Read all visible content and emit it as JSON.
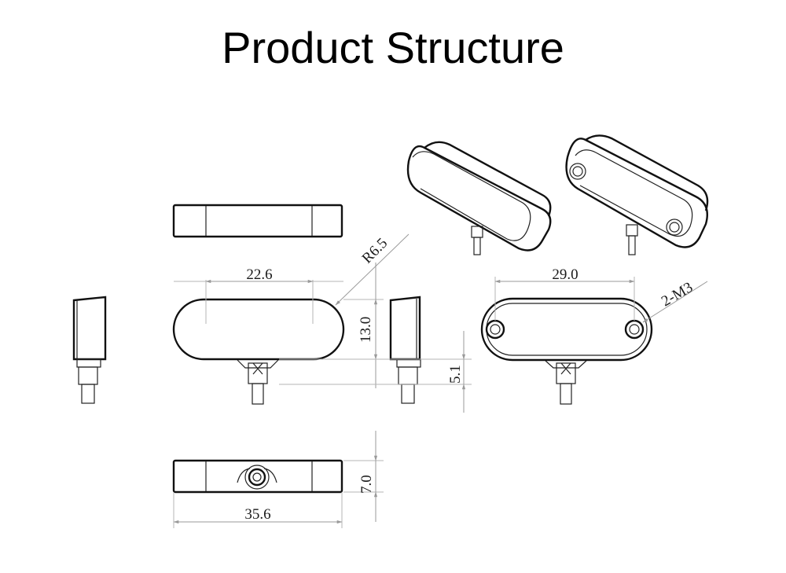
{
  "title": "Product Structure",
  "dimensions": {
    "top_inner_length": "22.6",
    "radius": "R6.5",
    "height_front": "13.0",
    "hole_spacing": "29.0",
    "thread": "2-M3",
    "stem_height": "5.1",
    "bottom_height": "7.0",
    "overall_length": "35.6"
  },
  "colors": {
    "line": "#111111",
    "dimension": "#9a9a9a",
    "background": "#ffffff"
  }
}
